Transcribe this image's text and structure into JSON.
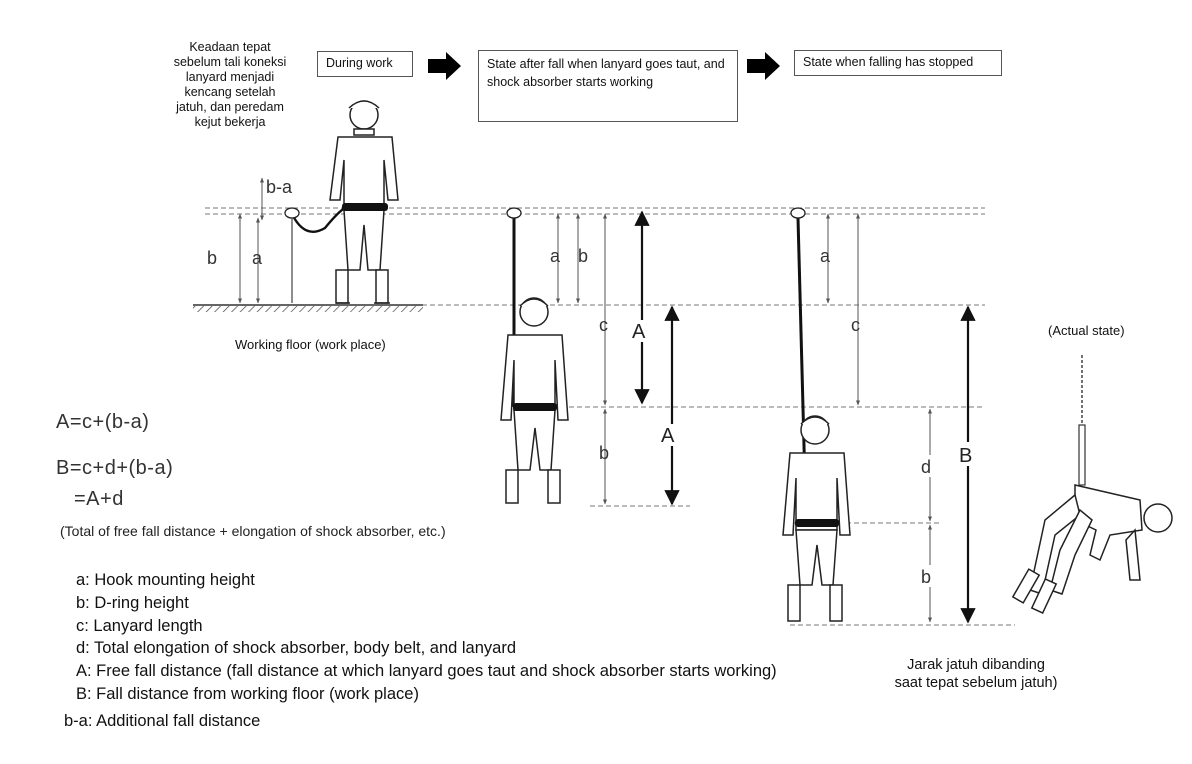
{
  "note_indonesian": "Keadaan tepat sebelum tali koneksi lanyard menjadi kencang setelah jatuh, dan peredam kejut bekerja",
  "stages": {
    "during_work": "During work",
    "after_fall": "State after fall when lanyard goes taut, and shock absorber starts working",
    "stopped": "State when falling has stopped"
  },
  "working_floor": "Working floor (work place)",
  "actual_state": "(Actual state)",
  "dim_labels": {
    "b_minus_a": "b-a",
    "a": "a",
    "b": "b",
    "c": "c",
    "d": "d",
    "A": "A",
    "B": "B"
  },
  "formulas": {
    "f1": "A=c+(b-a)",
    "f2": "B=c+d+(b-a)",
    "f3": "=A+d"
  },
  "total_note": "(Total of free fall distance + elongation of shock absorber, etc.)",
  "legend": [
    "a: Hook mounting height",
    "b: D-ring height",
    "c: Lanyard length",
    "d: Total elongation of shock absorber, body belt, and lanyard",
    "A: Free fall distance (fall distance at which lanyard goes taut and shock absorber starts working)",
    "B: Fall distance from working floor (work place)"
  ],
  "additional": "b-a: Additional fall distance",
  "jarak_note": "Jarak jatuh dibanding saat tepat sebelum jatuh)",
  "colors": {
    "line": "#1a1a1a",
    "dashed": "#666666",
    "arrow_block": "#000000"
  }
}
